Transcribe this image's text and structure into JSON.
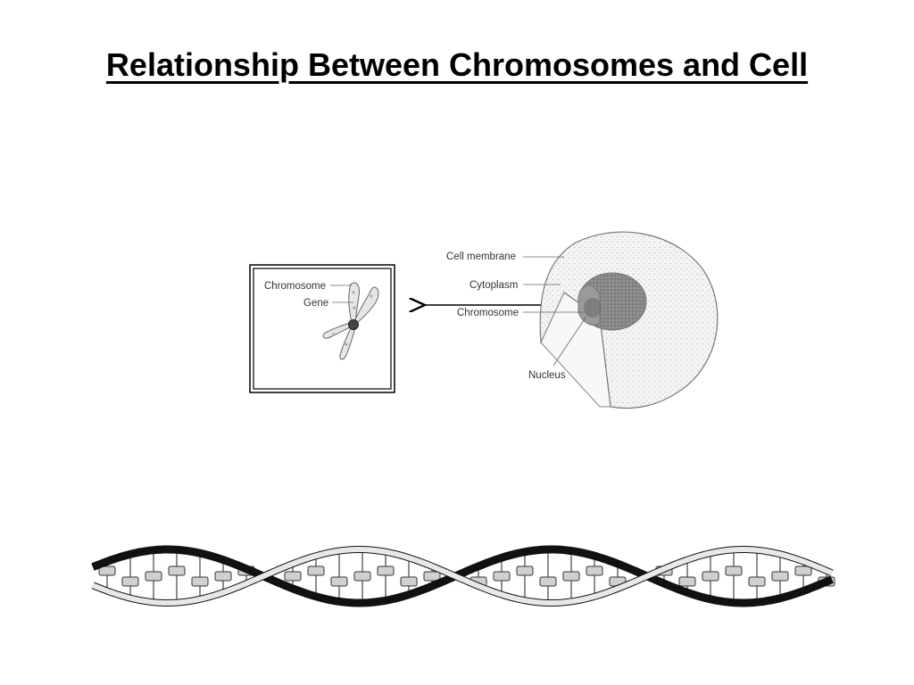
{
  "slide": {
    "title": "Relationship Between Chromosomes and Cell"
  },
  "inset": {
    "labels": {
      "chromosome": "Chromosome",
      "gene": "Gene"
    }
  },
  "cell": {
    "labels": {
      "cell_membrane": "Cell membrane",
      "cytoplasm": "Cytoplasm",
      "chromosome": "Chromosome",
      "nucleus": "Nucleus"
    }
  },
  "icons": {
    "arrow": "arrow-left-icon",
    "chromosome": "chromosome-icon",
    "cell": "cell-cutaway-icon",
    "dna": "dna-helix-icon"
  }
}
